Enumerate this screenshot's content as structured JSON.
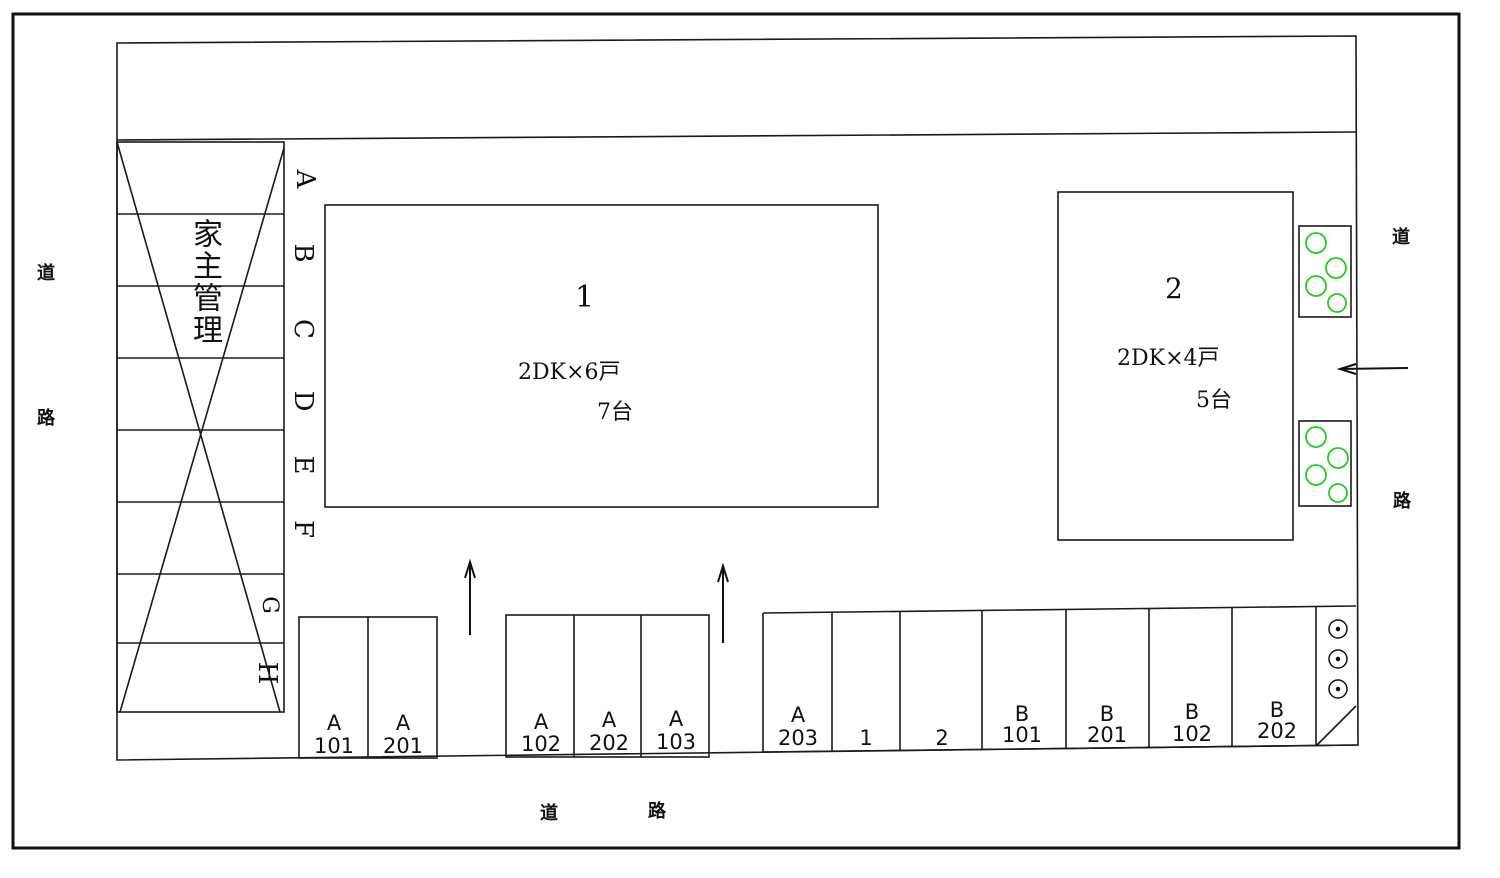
{
  "roads": {
    "left": [
      "道",
      "路"
    ],
    "right": [
      "道",
      "路"
    ],
    "bottom": [
      "道",
      "路"
    ]
  },
  "owner_area": "家主管理",
  "side_letters": [
    "A",
    "B",
    "C",
    "D",
    "E",
    "F",
    "G",
    "H"
  ],
  "building1": {
    "number": "1",
    "units": "2DK×6戸",
    "parking": "7台"
  },
  "building2": {
    "number": "2",
    "units": "2DK×4戸",
    "parking": "5台"
  },
  "parking_group1": [
    {
      "top": "A",
      "bottom": "101"
    },
    {
      "top": "A",
      "bottom": "201"
    }
  ],
  "parking_group2": [
    {
      "top": "A",
      "bottom": "102"
    },
    {
      "top": "A",
      "bottom": "202"
    },
    {
      "top": "A",
      "bottom": "103"
    }
  ],
  "parking_group3": [
    {
      "top": "A",
      "bottom": "203"
    },
    {
      "top": "",
      "bottom": "1"
    },
    {
      "top": "",
      "bottom": "2"
    },
    {
      "top": "B",
      "bottom": "101"
    },
    {
      "top": "B",
      "bottom": "201"
    },
    {
      "top": "B",
      "bottom": "102"
    },
    {
      "top": "B",
      "bottom": "202"
    }
  ],
  "colors": {
    "shrub": "#22cc22",
    "line": "#1a1a1a"
  }
}
